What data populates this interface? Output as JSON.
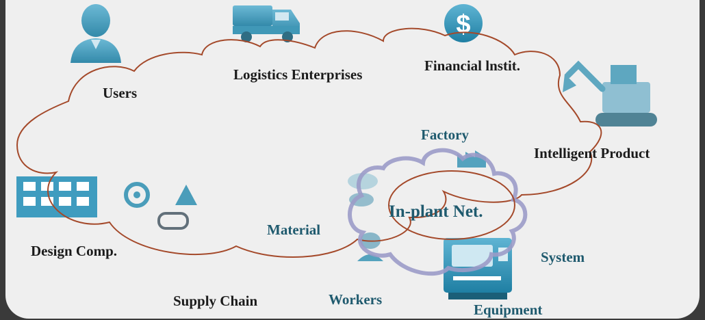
{
  "nodes": {
    "users": "Users",
    "logistics": "Logistics Enterprises",
    "financial": "Financial lnstit.",
    "intelligent_product": "Intelligent Product",
    "factory": "Factory",
    "in_plant": "In-plant Net.",
    "material": "Material",
    "design": "Design Comp.",
    "system": "System",
    "supply_chain": "Supply Chain",
    "workers": "Workers",
    "equipment": "Equipment"
  },
  "icons": {
    "users": "user-icon",
    "logistics": "truck-icon",
    "financial": "dollar-icon",
    "intelligent_product": "excavator-icon",
    "factory": "factory-icon",
    "material": "material-icon",
    "design": "building-icon",
    "design_tools": "design-tools-icon",
    "workers": "worker-icon",
    "equipment": "machine-icon"
  },
  "colors": {
    "outer_cloud_stroke": "#a4492a",
    "inner_cloud_stroke": "#9b9bc8",
    "icon_teal": "#2e8fb1",
    "label_dark": "#1b1b1b",
    "label_teal": "#1f5a6e",
    "background": "#3a3a3a",
    "panel": "#efefef"
  }
}
